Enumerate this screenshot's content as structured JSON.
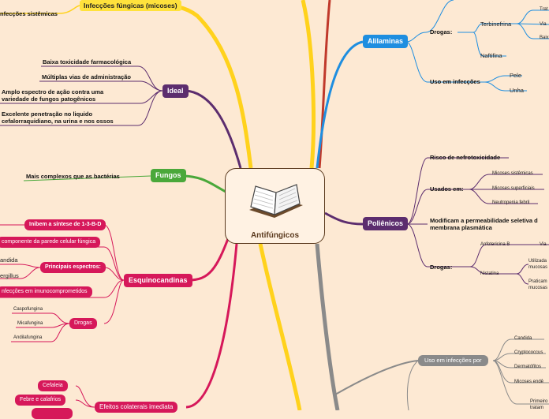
{
  "colors": {
    "background": "#fde9d3",
    "ideal": "#5c2d6e",
    "fungos": "#4aa83a",
    "equino": "#d6185a",
    "alil": "#1e8ee0",
    "polien": "#5c2d6e",
    "grey": "#8a8a8a",
    "yellow": "#ffd21c"
  },
  "center": {
    "title": "Antifúngicos",
    "icon": "book-icon"
  },
  "top_left": {
    "infeccoes_fungicas": "Infecções fúngicas (micoses)",
    "infeccoes_sistemicas": "nfecções sistêmicas"
  },
  "ideal": {
    "label": "Ideal",
    "items": [
      "Baixa toxicidade farmacológica",
      "Múltiplas vias de administração",
      "Amplo espectro de ação contra uma",
      "variedade de fungos patogênicos",
      "Excelente penetração no liquido",
      "cefalorraquidiano, na urina e nos ossos"
    ]
  },
  "fungos": {
    "label": "Fungos",
    "item": "Mais complexos que as bactérias"
  },
  "equino": {
    "label": "Esquinocandinas",
    "inibem": "Inibem a síntese de 1-3-B-D",
    "componente": "componente da parede celular fúngica",
    "espectros": "Principais espectros:",
    "candida": "andida",
    "ergillus": "ergillus",
    "imuno": "nfecções em imunocomprometidos",
    "drogas": "Drogas",
    "drogas_items": [
      "Caspofungina",
      "Micafungina",
      "Andilafungina"
    ],
    "efeitos": "Efeitos colaterais imediata",
    "efeitos_items": [
      "Cefaleia",
      "Febre e calafrios"
    ]
  },
  "alil": {
    "label": "Alilaminas",
    "drogas": "Drogas:",
    "terbinefrina": "Terbinefrina",
    "terb_items": [
      "Trat",
      "Via",
      "Baix"
    ],
    "naftifina": "Naftifina",
    "uso": "Uso em infecções",
    "uso_items": [
      "Pele",
      "Unha"
    ]
  },
  "polien": {
    "label": "Poliênicos",
    "risco": "Risco de nefrotoxicidade",
    "usados": "Usados em:",
    "usados_items": [
      "Micoses sistêmicas",
      "Micoses superficiais",
      "Neutropenia febril"
    ],
    "modificam1": "Modificam a permeabilidade seletiva d",
    "modificam2": "membrana plasmática",
    "drogas": "Drogas:",
    "anfo": "Anfotericina B",
    "anfo_via": "Via",
    "nistatina": "Nistatina",
    "nist_items": [
      "Utilizada",
      "mucosas",
      "Praticam",
      "mucosas"
    ]
  },
  "grey": {
    "label": "Uso em infecções por",
    "items": [
      "Candida",
      "Cryptococcus",
      "Dermatófitos",
      "Micoses endê"
    ],
    "primeiro": [
      "Primeiro",
      "tratam"
    ]
  }
}
